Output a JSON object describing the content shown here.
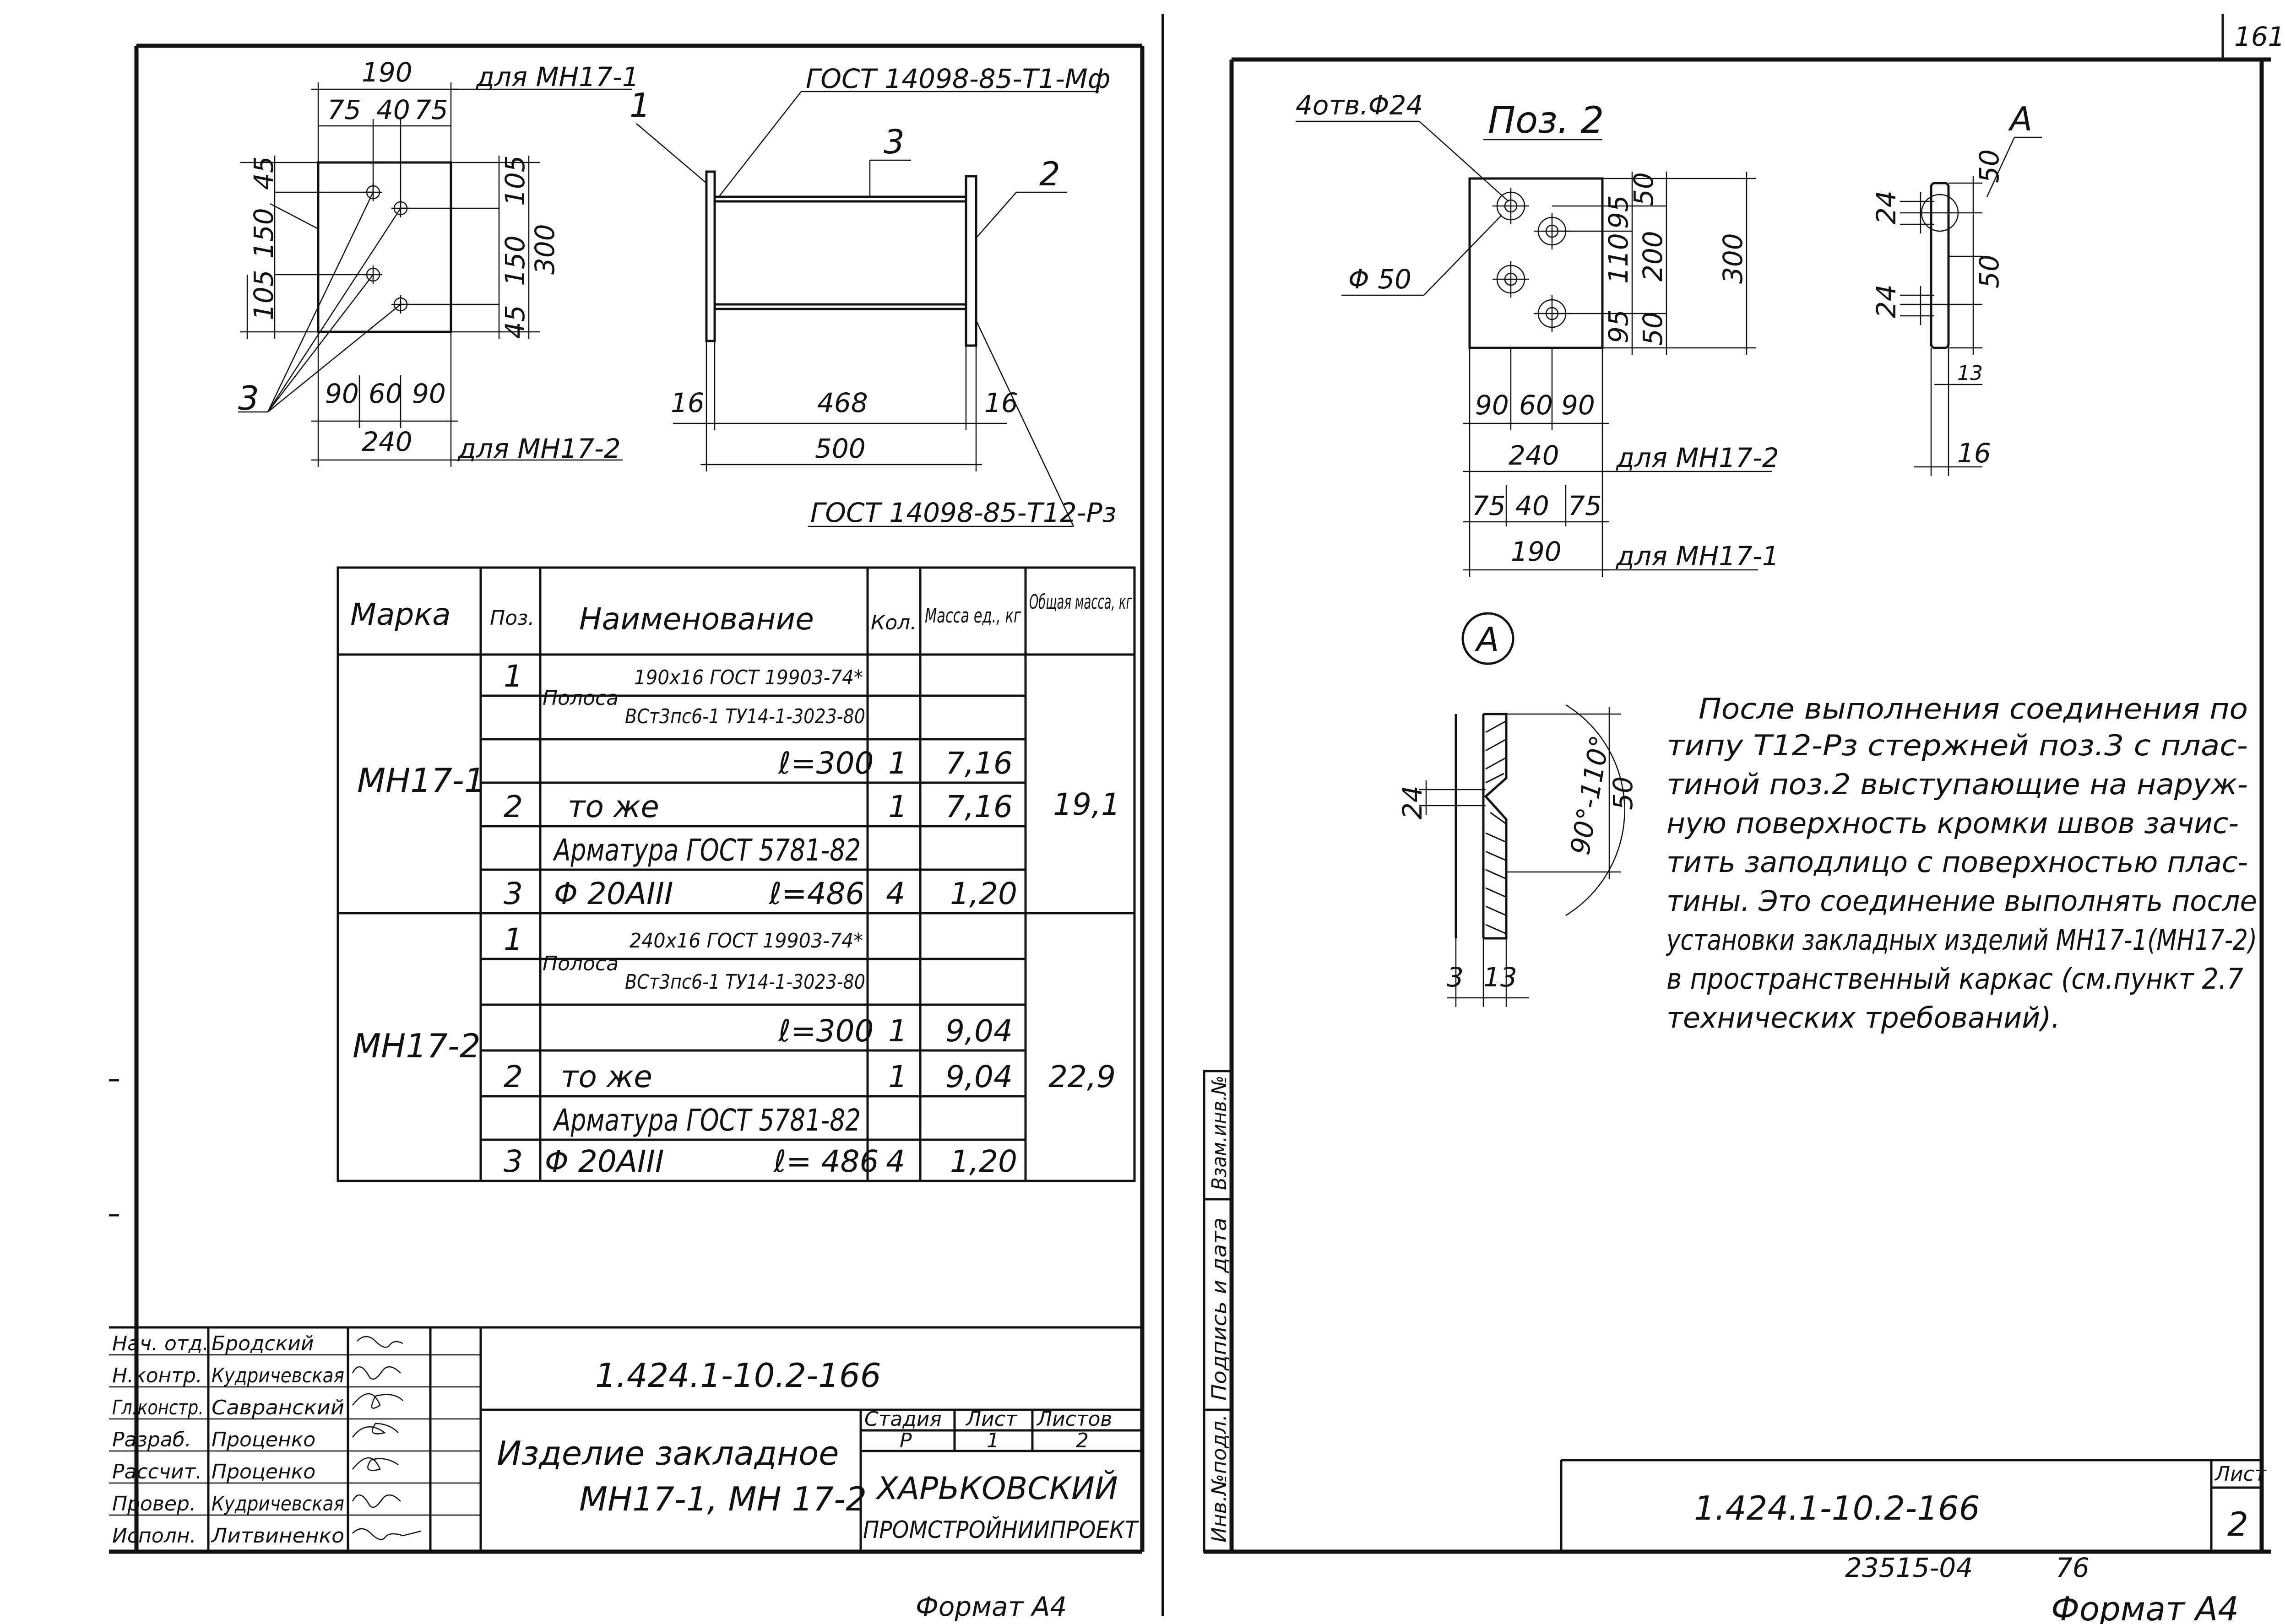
{
  "page_number": "161",
  "left_sheet": {
    "view1": {
      "dim_190": "190",
      "for_mn17_1": "для МН17-1",
      "dim_75a": "75",
      "dim_40": "40",
      "dim_75b": "75",
      "dim_45_top": "45",
      "dim_150_left": "150",
      "dim_105_left": "105",
      "dim_105_right": "105",
      "dim_150_right": "150",
      "dim_45_bottom": "45",
      "dim_300": "300",
      "callout_3": "3",
      "dim_90a": "90",
      "dim_60": "60",
      "dim_90b": "90",
      "dim_240": "240",
      "for_mn17_2": "для МН17-2"
    },
    "view2": {
      "gost_top": "ГОСТ 14098-85-Т1-Мф",
      "callout_1": "1",
      "callout_3": "3",
      "callout_2": "2",
      "dim_16a": "16",
      "dim_468": "468",
      "dim_16b": "16",
      "dim_500": "500",
      "gost_bottom": "ГОСТ 14098-85-Т12-Рз"
    },
    "spec_table": {
      "headers": {
        "mark": "Марка",
        "pos": "Поз.",
        "name": "Наименование",
        "qty": "Кол.",
        "unit_mass": "Масса ед., кг",
        "total_mass": "Общая масса, кг"
      },
      "groups": [
        {
          "mark": "МН17-1",
          "total": "19,1",
          "strip_word": "Полоса",
          "strip_top": "190x16 ГОСТ 19903-74*",
          "strip_bottom": "ВСт3пс6-1 ТУ14-1-3023-80",
          "len1": "ℓ=300",
          "qty1": "1",
          "mass1": "7,16",
          "pos1": "1",
          "pos2": "2",
          "same": "то же",
          "qty2": "1",
          "mass2": "7,16",
          "rebar": "Арматура ГОСТ 5781-82",
          "pos3": "3",
          "bar": "Φ 20АIII",
          "len3": "ℓ=486",
          "qty3": "4",
          "mass3": "1,20"
        },
        {
          "mark": "МН17-2",
          "total": "22,9",
          "strip_word": "Полоса",
          "strip_top": "240x16 ГОСТ 19903-74*",
          "strip_bottom": "ВСт3пс6-1 ТУ14-1-3023-80",
          "len1": "ℓ=300",
          "qty1": "1",
          "mass1": "9,04",
          "pos1": "1",
          "pos2": "2",
          "same": "то же",
          "qty2": "1",
          "mass2": "9,04",
          "rebar": "Арматура ГОСТ 5781-82",
          "pos3": "3",
          "bar": "Φ 20АIII",
          "len3": "ℓ= 486",
          "qty3": "4",
          "mass3": "1,20"
        }
      ]
    },
    "title_block": {
      "roles": [
        {
          "role": "Нач. отд.",
          "name": "Бродский"
        },
        {
          "role": "Н.контр.",
          "name": "Кудричевская"
        },
        {
          "role": "Гл.констр.",
          "name": "Савранский"
        },
        {
          "role": "Разраб.",
          "name": "Проценко"
        },
        {
          "role": "Рассчит.",
          "name": "Проценко"
        },
        {
          "role": "Провер.",
          "name": "Кудричевская"
        },
        {
          "role": "Исполн.",
          "name": "Литвиненко"
        }
      ],
      "doc_code": "1.424.1-10.2-166",
      "item_title_line1": "Изделие закладное",
      "item_title_line2": "МН17-1, МН 17-2",
      "stage_label": "Стадия",
      "sheet_label": "Лист",
      "sheets_label": "Листов",
      "stage": "Р",
      "sheet": "1",
      "sheets": "2",
      "org_line1": "ХАРЬКОВСКИЙ",
      "org_line2": "ПРОМСТРОЙНИИПРОЕКТ"
    },
    "format": "Формат А4"
  },
  "right_sheet": {
    "pos2": {
      "holes_note": "4отв.Φ24",
      "title": "Поз. 2",
      "dia_50": "Φ 50",
      "dim_50a": "50",
      "dim_95a": "95",
      "dim_110": "110",
      "dim_95b": "95",
      "dim_200": "200",
      "dim_50b": "50",
      "dim_300": "300",
      "dim_90a": "90",
      "dim_60": "60",
      "dim_90b": "90",
      "dim_240": "240",
      "for_mn17_2": "для МН17-2",
      "dim_75a": "75",
      "dim_40": "40",
      "dim_75b": "75",
      "dim_190": "190",
      "for_mn17_1": "для МН17-1"
    },
    "side_view": {
      "callout_a": "А",
      "dim_24a": "24",
      "dim_50a": "50",
      "dim_24b": "24",
      "dim_50b": "50",
      "dim_13": "13",
      "dim_16": "16"
    },
    "detail_a": {
      "label": "А",
      "dim_24": "24",
      "angle": "90°-110°",
      "dim_50": "50",
      "dim_3": "3",
      "dim_13": "13"
    },
    "note_lines": [
      "После выполнения соединения по",
      "типу Т12-Рз стержней поз.3 с плас-",
      "тиной поз.2 выступающие на наруж-",
      "ную поверхность кромки швов зачис-",
      "тить заподлицо с поверхностью плас-",
      "тины. Это соединение выполнять после",
      "установки закладных изделий МН17-1(МН17-2)",
      "в пространственный каркас (см.пункт 2.7",
      "технических требований)."
    ],
    "side_stamp": [
      "Инв.№подл.",
      "Подпись и дата",
      "Взам.инв.№"
    ],
    "doc_code": "1.424.1-10.2-166",
    "sheet_label": "Лист",
    "sheet_no": "2",
    "order_no": "23515-04",
    "order_sub": "76",
    "format": "Формат А4"
  }
}
